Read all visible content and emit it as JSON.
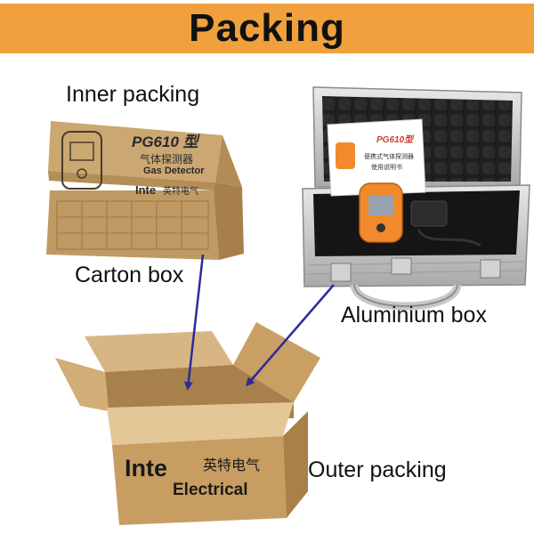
{
  "header": {
    "title": "Packing"
  },
  "labels": {
    "inner": "Inner packing",
    "carton": "Carton box",
    "aluminium": "Aluminium box",
    "outer": "Outer packing"
  },
  "carton_print": {
    "model": "PG610 型",
    "cn_name": "气体探测器",
    "en_name": "Gas Detector",
    "brand": "Inte",
    "brand_cn": "英特电气"
  },
  "manual_print": {
    "model": "PG610型",
    "line1": "便携式气体探测器",
    "line2": "使用说明书"
  },
  "outer_box_print": {
    "brand": "Inte",
    "brand_cn": "英特电气",
    "subtitle": "Electrical"
  },
  "colors": {
    "banner": "#f0a03c",
    "arrow": "#2b2b9a",
    "cardboard": "#c9a46f"
  }
}
